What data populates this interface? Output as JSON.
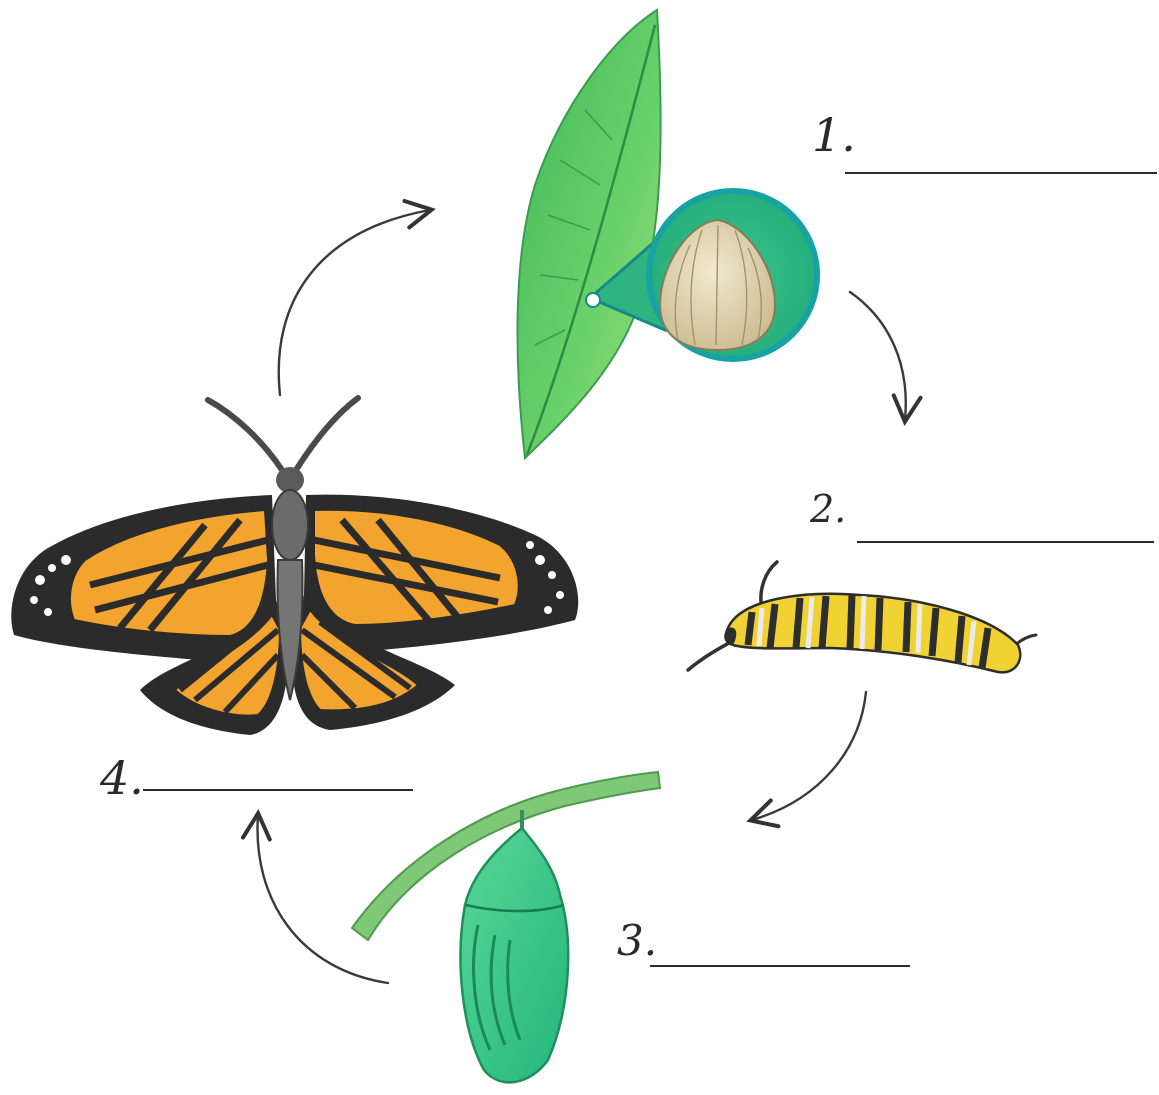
{
  "stages": [
    {
      "number": "1.",
      "label": ""
    },
    {
      "number": "2.",
      "label": ""
    },
    {
      "number": "3.",
      "label": ""
    },
    {
      "number": "4.",
      "label": ""
    }
  ],
  "colors": {
    "leaf": "#58c95c",
    "egg": "#e6dcbc",
    "caterpillar_yellow": "#f2cf2a",
    "chrysalis": "#31c482",
    "stem": "#7ec777",
    "wing_orange": "#f0a02e",
    "wing_border": "#2b2b2b",
    "arrow": "#3a3a3a"
  },
  "icons": [
    "leaf-with-egg-icon",
    "caterpillar-icon",
    "chrysalis-icon",
    "butterfly-icon",
    "cycle-arrow-icon"
  ]
}
